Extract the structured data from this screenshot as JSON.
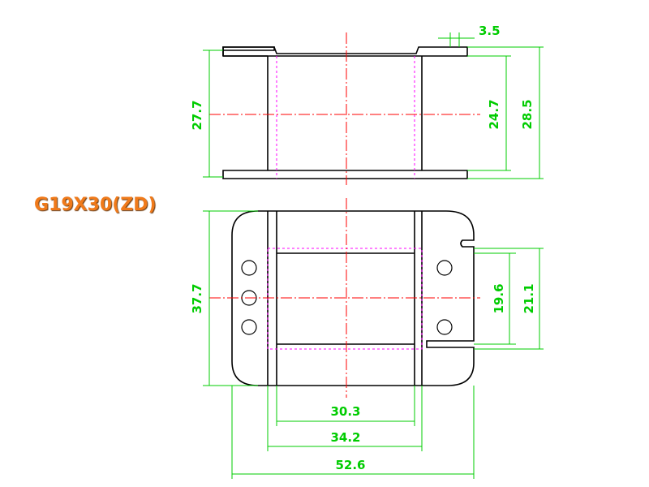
{
  "title": "G19X30(ZD)",
  "colors": {
    "outline": "#000000",
    "centerline": "#ff0000",
    "hidden_line": "#ff00ff",
    "dimension": "#00cc00",
    "title": "#f07a1a"
  },
  "dimensions": {
    "flange_thickness": "3.5",
    "side_height_left": "27.7",
    "inner_height_right": "24.7",
    "outer_height_right": "28.5",
    "overall_width_vertical": "37.7",
    "window_height_inner": "19.6",
    "window_height_outer": "21.1",
    "window_width_inner": "30.3",
    "window_width_outer": "34.2",
    "overall_length": "52.6"
  }
}
